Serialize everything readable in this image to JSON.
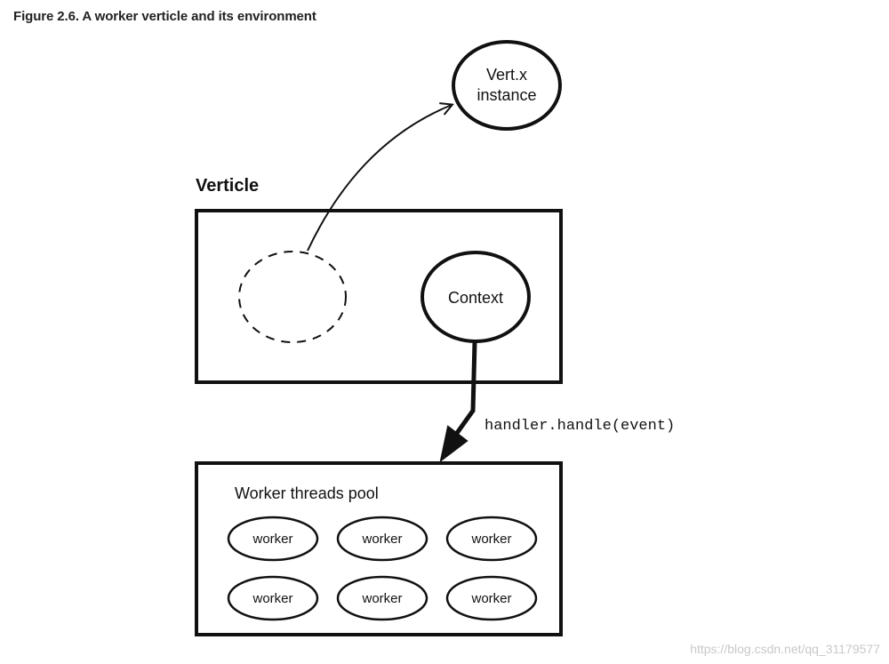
{
  "figure": {
    "caption": "Figure 2.6. A worker verticle and its environment"
  },
  "diagram": {
    "vertx_instance": {
      "line1": "Vert.x",
      "line2": "instance"
    },
    "verticle": {
      "title": "Verticle",
      "context_label": "Context"
    },
    "call_label": "handler.handle(event)",
    "worker_pool": {
      "title": "Worker threads pool",
      "workers": [
        "worker",
        "worker",
        "worker",
        "worker",
        "worker",
        "worker"
      ]
    }
  },
  "watermark": "https://blog.csdn.net/qq_31179577",
  "colors": {
    "stroke": "#111111",
    "background": "#ffffff",
    "watermark": "#c9c9c9"
  }
}
